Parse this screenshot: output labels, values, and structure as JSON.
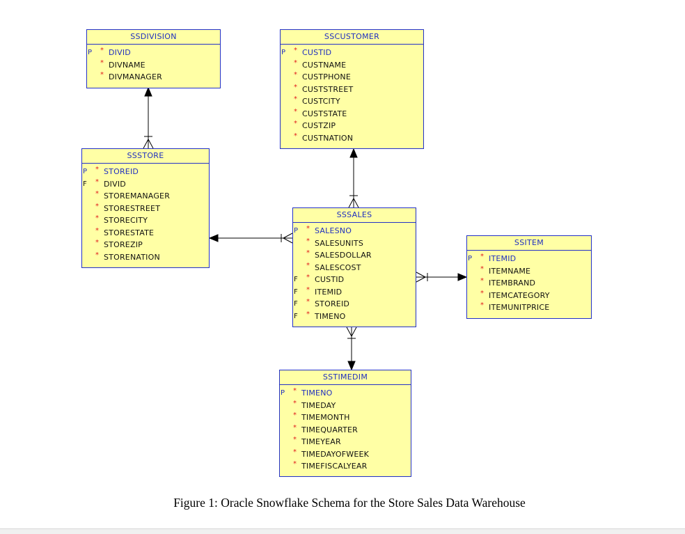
{
  "entities": {
    "ssdivision": {
      "name": "SSDIVISION",
      "attributes": [
        {
          "key": "P",
          "name": "DIVID",
          "pk": true
        },
        {
          "key": "",
          "name": "DIVNAME"
        },
        {
          "key": "",
          "name": "DIVMANAGER"
        }
      ]
    },
    "sscustomer": {
      "name": "SSCUSTOMER",
      "attributes": [
        {
          "key": "P",
          "name": "CUSTID",
          "pk": true
        },
        {
          "key": "",
          "name": "CUSTNAME"
        },
        {
          "key": "",
          "name": "CUSTPHONE"
        },
        {
          "key": "",
          "name": "CUSTSTREET"
        },
        {
          "key": "",
          "name": "CUSTCITY"
        },
        {
          "key": "",
          "name": "CUSTSTATE"
        },
        {
          "key": "",
          "name": "CUSTZIP"
        },
        {
          "key": "",
          "name": "CUSTNATION"
        }
      ]
    },
    "ssstore": {
      "name": "SSSTORE",
      "attributes": [
        {
          "key": "P",
          "name": "STOREID",
          "pk": true
        },
        {
          "key": "F",
          "name": "DIVID"
        },
        {
          "key": "",
          "name": "STOREMANAGER"
        },
        {
          "key": "",
          "name": "STORESTREET"
        },
        {
          "key": "",
          "name": "STORECITY"
        },
        {
          "key": "",
          "name": "STORESTATE"
        },
        {
          "key": "",
          "name": "STOREZIP"
        },
        {
          "key": "",
          "name": "STORENATION"
        }
      ]
    },
    "sssales": {
      "name": "SSSALES",
      "attributes": [
        {
          "key": "P",
          "name": "SALESNO",
          "pk": true
        },
        {
          "key": "",
          "name": "SALESUNITS"
        },
        {
          "key": "",
          "name": "SALESDOLLAR"
        },
        {
          "key": "",
          "name": "SALESCOST"
        },
        {
          "key": "F",
          "name": "CUSTID"
        },
        {
          "key": "F",
          "name": "ITEMID"
        },
        {
          "key": "F",
          "name": "STOREID"
        },
        {
          "key": "F",
          "name": "TIMENO"
        }
      ]
    },
    "ssitem": {
      "name": "SSITEM",
      "attributes": [
        {
          "key": "P",
          "name": "ITEMID",
          "pk": true
        },
        {
          "key": "",
          "name": "ITEMNAME"
        },
        {
          "key": "",
          "name": "ITEMBRAND"
        },
        {
          "key": "",
          "name": "ITEMCATEGORY"
        },
        {
          "key": "",
          "name": "ITEMUNITPRICE"
        }
      ]
    },
    "sstimedim": {
      "name": "SSTIMEDIM",
      "attributes": [
        {
          "key": "P",
          "name": "TIMENO",
          "pk": true
        },
        {
          "key": "",
          "name": "TIMEDAY"
        },
        {
          "key": "",
          "name": "TIMEMONTH"
        },
        {
          "key": "",
          "name": "TIMEQUARTER"
        },
        {
          "key": "",
          "name": "TIMEYEAR"
        },
        {
          "key": "",
          "name": "TIMEDAYOFWEEK"
        },
        {
          "key": "",
          "name": "TIMEFISCALYEAR"
        }
      ]
    }
  },
  "required_marker": "*",
  "relationships": [
    {
      "from": "SSSTORE",
      "to": "SSDIVISION"
    },
    {
      "from": "SSSALES",
      "to": "SSCUSTOMER"
    },
    {
      "from": "SSSALES",
      "to": "SSSTORE"
    },
    {
      "from": "SSSALES",
      "to": "SSITEM"
    },
    {
      "from": "SSSALES",
      "to": "SSTIMEDIM"
    }
  ],
  "caption": "Figure 1: Oracle Snowflake Schema for the Store Sales Data Warehouse",
  "colors": {
    "entity_fill": "#ffffa5",
    "entity_border": "#2230c8",
    "title_text": "#1f2fbf",
    "required_marker": "#e01b1b",
    "connector": "#000000"
  }
}
